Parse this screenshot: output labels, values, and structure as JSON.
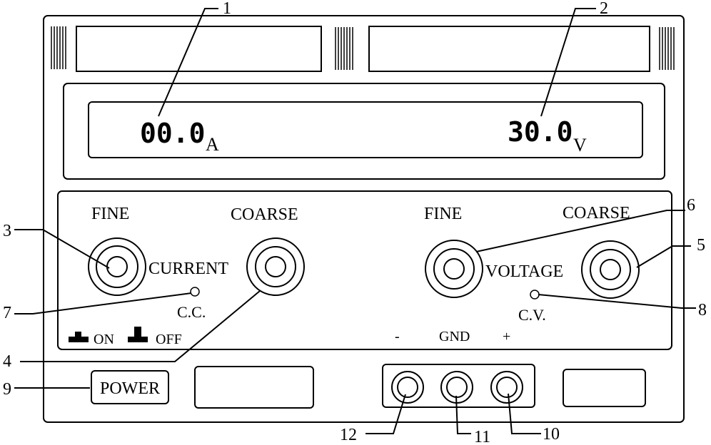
{
  "display": {
    "current_value": "00.0",
    "current_unit": "A",
    "voltage_value": "30.0",
    "voltage_unit": "V"
  },
  "controls": {
    "current_fine_label": "FINE",
    "current_coarse_label": "COARSE",
    "current_label": "CURRENT",
    "voltage_fine_label": "FINE",
    "voltage_coarse_label": "COARSE",
    "voltage_label": "VOLTAGE",
    "cc_label": "C.C.",
    "cv_label": "C.V.",
    "on_label": "ON",
    "off_label": "OFF",
    "power_label": "POWER"
  },
  "terminals": {
    "minus_label": "-",
    "gnd_label": "GND",
    "plus_label": "+"
  },
  "callouts": [
    "1",
    "2",
    "3",
    "4",
    "5",
    "6",
    "7",
    "8",
    "9",
    "10",
    "11",
    "12"
  ]
}
